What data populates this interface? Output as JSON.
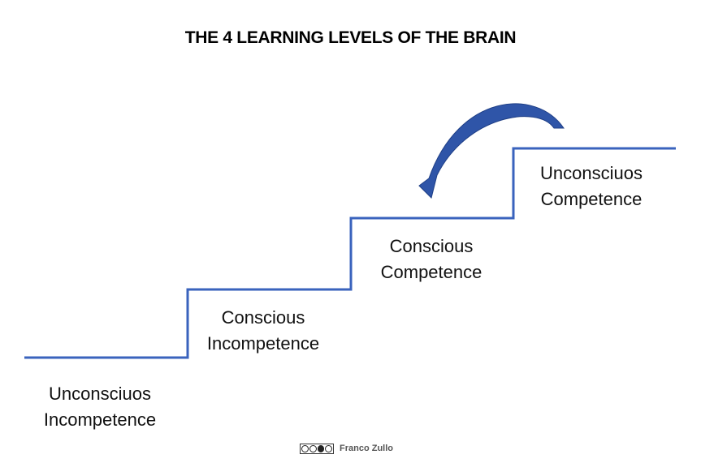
{
  "title": "THE 4 LEARNING LEVELS OF THE BRAIN",
  "levels": [
    {
      "line1": "Unconsciuos",
      "line2": "Incompetence"
    },
    {
      "line1": "Conscious",
      "line2": "Incompetence"
    },
    {
      "line1": "Conscious",
      "line2": "Competence"
    },
    {
      "line1": "Unconsciuos",
      "line2": "Competence"
    }
  ],
  "footer": {
    "author": "Franco Zullo",
    "license_icon": "creative-commons-badge-icon"
  },
  "colors": {
    "stair_line": "#3a63bd",
    "arrow_fill": "#2f55a8",
    "arrow_edge": "#1f3f86"
  }
}
